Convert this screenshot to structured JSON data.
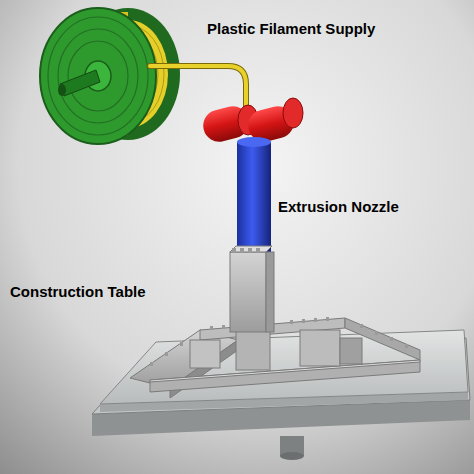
{
  "diagram": {
    "labels": [
      "Plastic Filament Supply",
      "Extrusion Nozzle",
      "Construction Table"
    ]
  }
}
